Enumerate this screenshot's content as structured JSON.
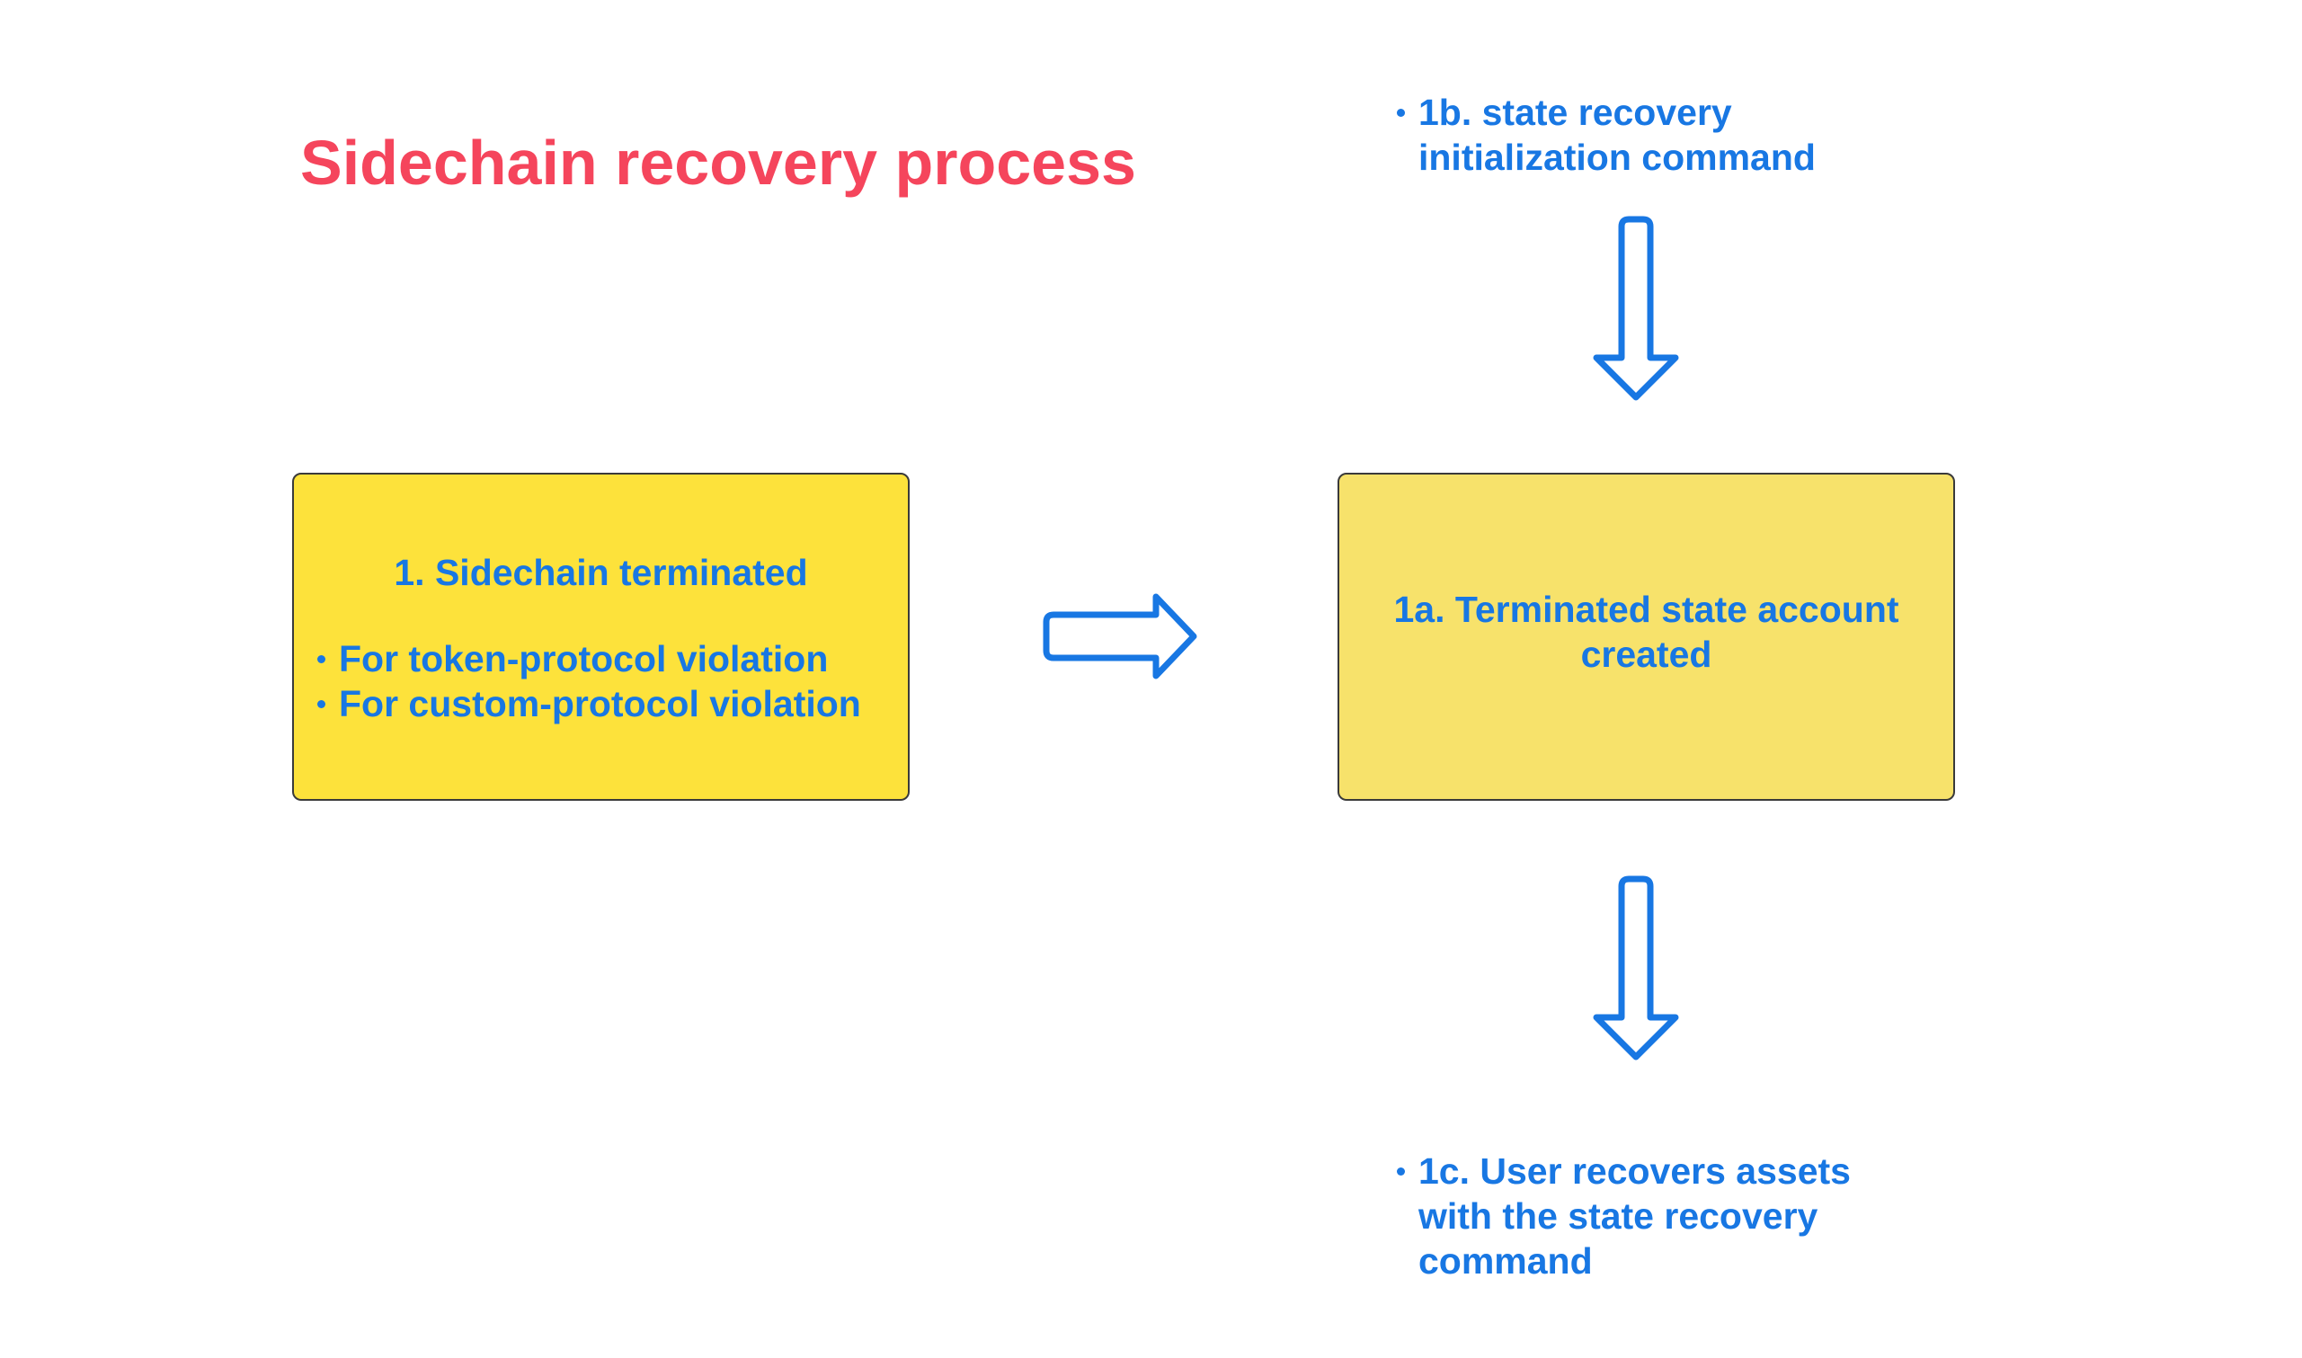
{
  "title": "Sidechain recovery process",
  "colors": {
    "title": "#f5455c",
    "text": "#1877e3",
    "arrow": "#1877e3",
    "box_left_fill": "#fde23b",
    "box_right_fill": "#f7e26b"
  },
  "box_terminated": {
    "heading": "1. Sidechain terminated",
    "bullets": [
      "For token-protocol violation",
      "For custom-protocol violation"
    ]
  },
  "box_account": {
    "text": "1a. Terminated state account created"
  },
  "note_initialization": {
    "text": "1b. state recovery initialization command"
  },
  "note_recovery": {
    "text": "1c. User recovers assets with the state recovery command"
  },
  "icons": {
    "arrow_right": "arrow-right-icon",
    "arrow_down_top": "arrow-down-icon",
    "arrow_down_bottom": "arrow-down-icon"
  }
}
